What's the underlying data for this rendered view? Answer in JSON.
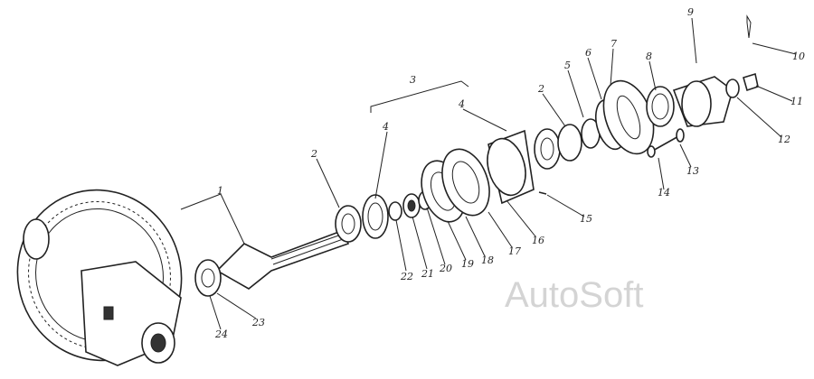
{
  "watermark": "AutoSoft",
  "callouts": [
    "1",
    "2",
    "2",
    "3",
    "4",
    "4",
    "5",
    "6",
    "7",
    "8",
    "9",
    "10",
    "11",
    "12",
    "13",
    "14",
    "15",
    "16",
    "17",
    "18",
    "19",
    "20",
    "21",
    "22",
    "23",
    "24"
  ]
}
